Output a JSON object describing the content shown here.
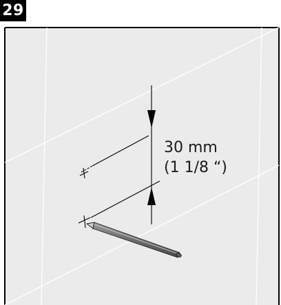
{
  "figure": {
    "step_number": "29",
    "dimension": {
      "metric": "30 mm",
      "imperial": "(1 1/8 “)"
    }
  }
}
